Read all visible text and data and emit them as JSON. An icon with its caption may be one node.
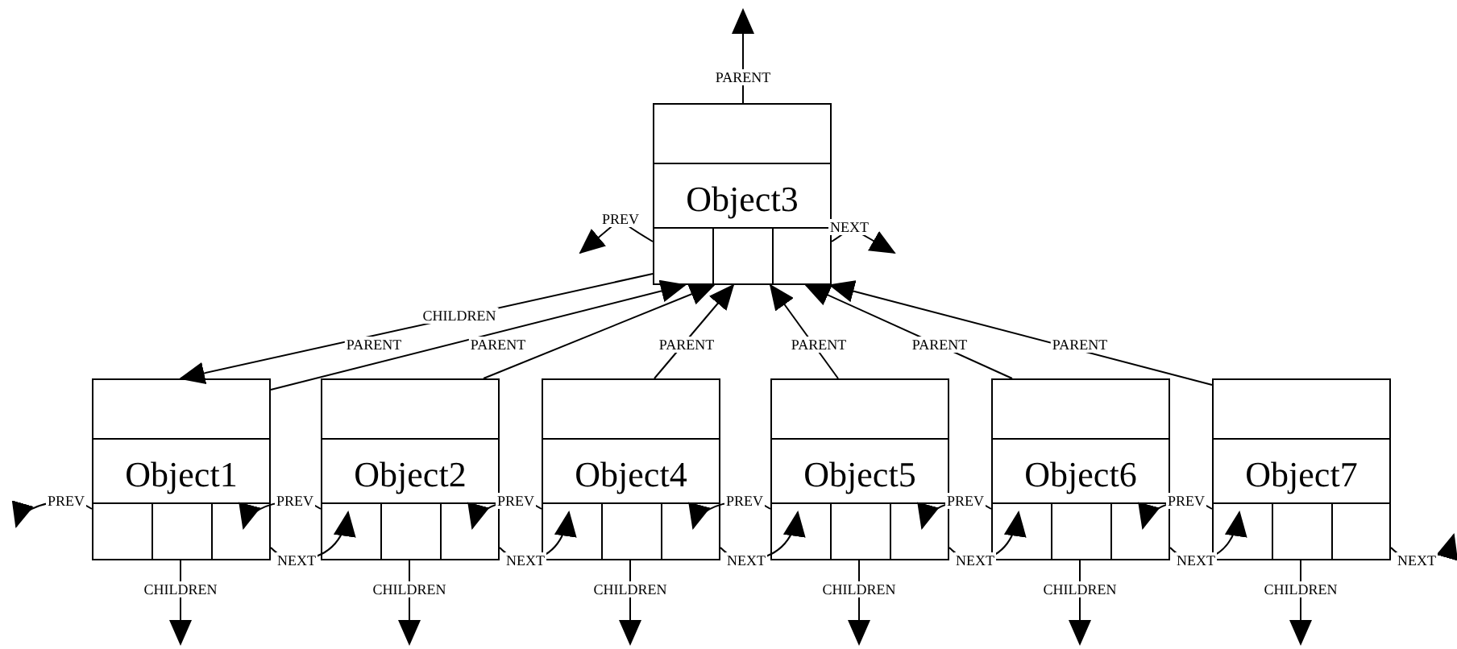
{
  "diagram": {
    "nodes": [
      {
        "text": [
          "Object3"
        ]
      },
      {
        "text": [
          "Object1"
        ]
      },
      {
        "text": [
          "Object2"
        ]
      },
      {
        "text": [
          "Object4"
        ]
      },
      {
        "text": [
          "Object5"
        ]
      },
      {
        "text": [
          "Object6"
        ]
      },
      {
        "text": [
          "Object7"
        ]
      }
    ],
    "edges": [
      {
        "from": 0,
        "to": null,
        "arrow": "to",
        "label": "PARENT"
      },
      {
        "from": 0,
        "to": null,
        "arrow": "to",
        "label": "PREV"
      },
      {
        "from": 0,
        "to": null,
        "arrow": "to",
        "label": "NEXT"
      },
      {
        "from": 0,
        "to": 1,
        "arrow": "to",
        "label": "CHILDREN"
      },
      {
        "from": 1,
        "to": 0,
        "arrow": "to",
        "label": "PARENT"
      },
      {
        "from": 2,
        "to": 0,
        "arrow": "to",
        "label": "PARENT"
      },
      {
        "from": 3,
        "to": 0,
        "arrow": "to",
        "label": "PARENT"
      },
      {
        "from": 4,
        "to": 0,
        "arrow": "to",
        "label": "PARENT"
      },
      {
        "from": 5,
        "to": 0,
        "arrow": "to",
        "label": "PARENT"
      },
      {
        "from": 6,
        "to": 0,
        "arrow": "to",
        "label": "PARENT"
      },
      {
        "from": 1,
        "to": null,
        "arrow": "to",
        "label": "PREV"
      },
      {
        "from": 1,
        "to": 2,
        "arrow": "to",
        "label": "NEXT"
      },
      {
        "from": 1,
        "to": null,
        "arrow": "to",
        "label": "CHILDREN"
      },
      {
        "from": 2,
        "to": 1,
        "arrow": "to",
        "label": "PREV"
      },
      {
        "from": 2,
        "to": 3,
        "arrow": "to",
        "label": "NEXT"
      },
      {
        "from": 2,
        "to": null,
        "arrow": "to",
        "label": "CHILDREN"
      },
      {
        "from": 3,
        "to": 2,
        "arrow": "to",
        "label": "PREV"
      },
      {
        "from": 3,
        "to": 4,
        "arrow": "to",
        "label": "NEXT"
      },
      {
        "from": 3,
        "to": null,
        "arrow": "to",
        "label": "CHILDREN"
      },
      {
        "from": 4,
        "to": 3,
        "arrow": "to",
        "label": "PREV"
      },
      {
        "from": 4,
        "to": 5,
        "arrow": "to",
        "label": "NEXT"
      },
      {
        "from": 4,
        "to": null,
        "arrow": "to",
        "label": "CHILDREN"
      },
      {
        "from": 5,
        "to": 4,
        "arrow": "to",
        "label": "PREV"
      },
      {
        "from": 5,
        "to": 6,
        "arrow": "to",
        "label": "NEXT"
      },
      {
        "from": 5,
        "to": null,
        "arrow": "to",
        "label": "CHILDREN"
      },
      {
        "from": 6,
        "to": 5,
        "arrow": "to",
        "label": "PREV"
      },
      {
        "from": 6,
        "to": null,
        "arrow": "to",
        "label": "NEXT"
      },
      {
        "from": 6,
        "to": null,
        "arrow": "to",
        "label": "CHILDREN"
      }
    ]
  }
}
